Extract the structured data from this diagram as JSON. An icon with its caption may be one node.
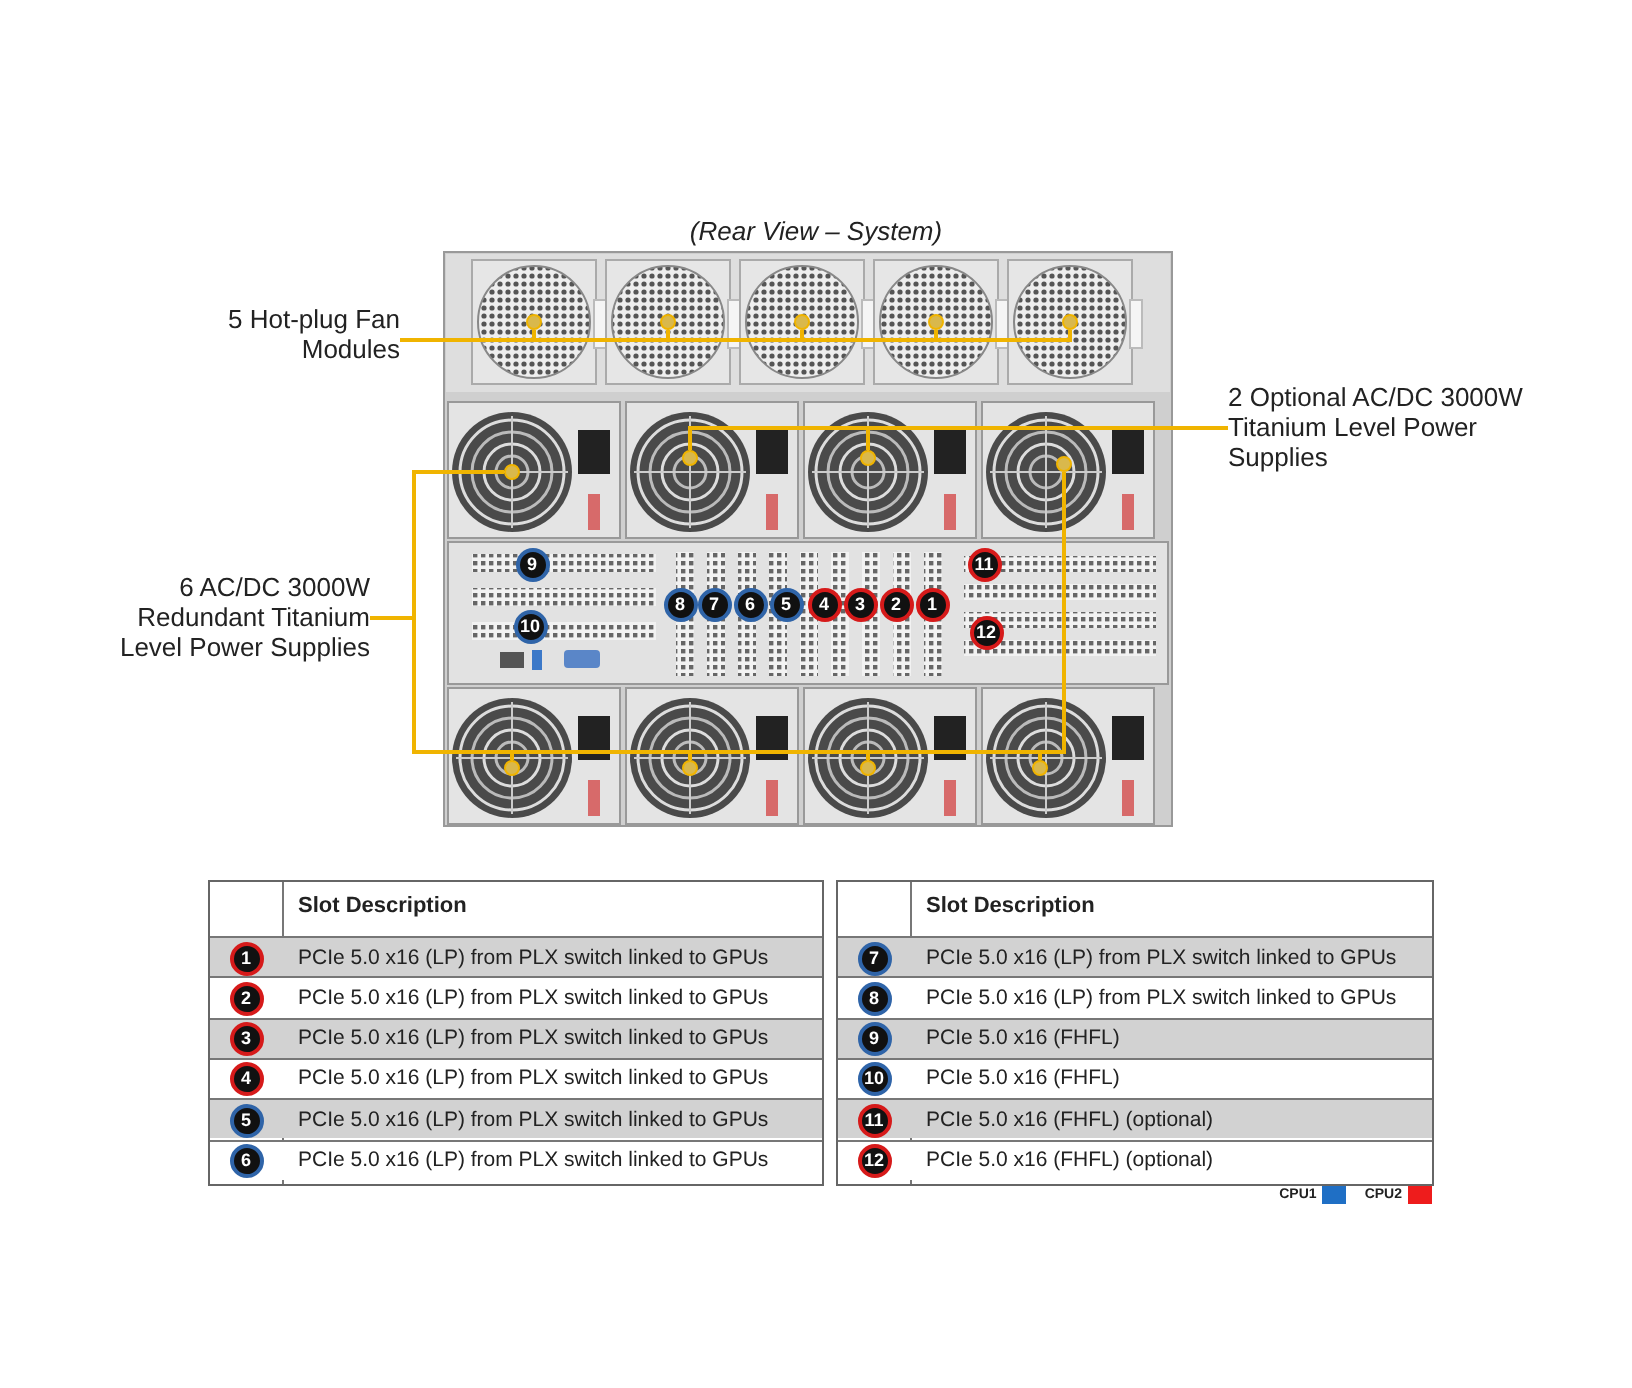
{
  "diagram": {
    "title": "(Rear View – System)",
    "nodes": [
      {
        "text": [
          "5 Hot-plug Fan Modules"
        ]
      },
      {
        "text": [],
        "shape": "circle"
      },
      {
        "text": [],
        "shape": "circle"
      },
      {
        "text": [],
        "shape": "circle"
      },
      {
        "text": [],
        "shape": "circle"
      },
      {
        "text": [],
        "shape": "circle"
      },
      {
        "text": [
          "2 Optional AC/DC 3000W Titanium Level Power Supplies"
        ]
      },
      {
        "text": [],
        "shape": "circle"
      },
      {
        "text": [],
        "shape": "circle"
      },
      {
        "text": [],
        "shape": "circle"
      },
      {
        "text": [],
        "shape": "circle"
      },
      {
        "text": [
          "6 AC/DC 3000W Redundant Titanium Level Power Supplies"
        ]
      },
      {
        "text": [],
        "shape": "circle"
      },
      {
        "text": [],
        "shape": "circle"
      },
      {
        "text": [],
        "shape": "circle"
      },
      {
        "text": [],
        "shape": "circle"
      }
    ],
    "edges": [
      {
        "from": 0,
        "to": 1,
        "arrow": "none"
      },
      {
        "from": 0,
        "to": 2,
        "arrow": "none"
      },
      {
        "from": 0,
        "to": 3,
        "arrow": "none"
      },
      {
        "from": 0,
        "to": 4,
        "arrow": "none"
      },
      {
        "from": 0,
        "to": 5,
        "arrow": "none"
      },
      {
        "from": 6,
        "to": 8,
        "arrow": "none"
      },
      {
        "from": 6,
        "to": 9,
        "arrow": "none"
      },
      {
        "from": 11,
        "to": 7,
        "arrow": "none"
      },
      {
        "from": 11,
        "to": 10,
        "arrow": "none"
      },
      {
        "from": 11,
        "to": 12,
        "arrow": "none"
      },
      {
        "from": 11,
        "to": 13,
        "arrow": "none"
      },
      {
        "from": 11,
        "to": 14,
        "arrow": "none"
      },
      {
        "from": 11,
        "to": 15,
        "arrow": "none"
      }
    ],
    "labels": [
      "9",
      "11",
      "8",
      "7",
      "6",
      "5",
      "4",
      "3",
      "2",
      "1",
      "10",
      "12",
      "Slot Description",
      "1",
      "PCIe 5.0 x16 (LP) from PLX switch linked to GPUs",
      "2",
      "PCIe 5.0 x16 (LP) from PLX switch linked to GPUs",
      "3",
      "PCIe 5.0 x16 (LP) from PLX switch linked to GPUs",
      "4",
      "PCIe 5.0 x16 (LP) from PLX switch linked to GPUs",
      "5",
      "PCIe 5.0 x16 (LP) from PLX switch linked to GPUs",
      "6",
      "PCIe 5.0 x16 (LP) from PLX switch linked to GPUs",
      "Slot Description",
      "7",
      "PCIe 5.0 x16 (LP) from PLX switch linked to GPUs",
      "8",
      "PCIe 5.0 x16 (LP) from PLX switch linked to GPUs",
      "9",
      "PCIe 5.0 x16 (FHFL)",
      "10",
      "PCIe 5.0 x16 (FHFL)",
      "11",
      "PCIe 5.0 x16 (FHFL) (optional)",
      "12",
      "PCIe 5.0 x16 (FHFL) (optional)"
    ],
    "legend": [
      {
        "text": "CPU1",
        "color": "#1f6fc5"
      },
      {
        "text": "CPU2",
        "color": "#ee1c1c"
      }
    ]
  }
}
